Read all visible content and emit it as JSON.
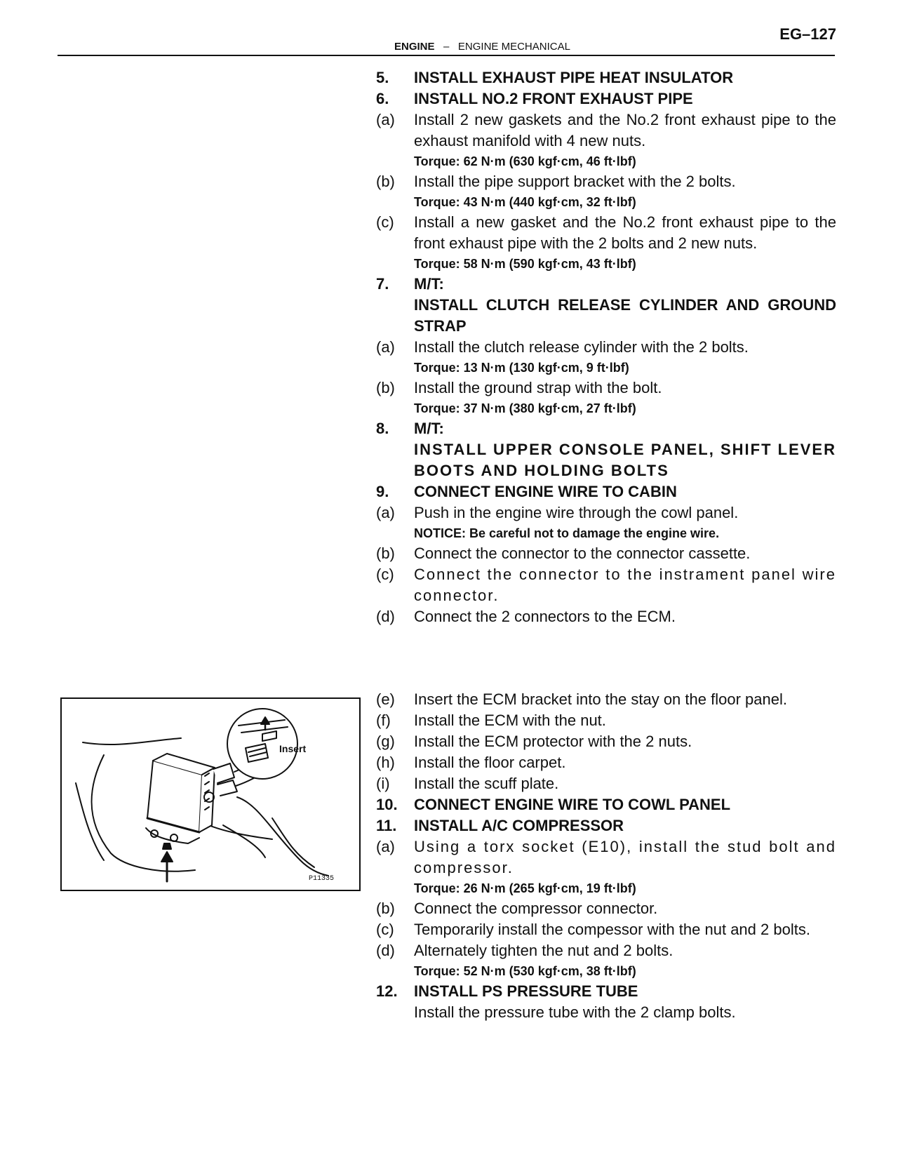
{
  "page_number": "EG–127",
  "header": {
    "section": "ENGINE",
    "separator": "–",
    "subsection": "ENGINE MECHANICAL"
  },
  "figure": {
    "callout_label": "Insert",
    "figure_code": "P11335"
  },
  "upper": [
    {
      "type": "step",
      "n": "5.",
      "text": "INSTALL EXHAUST PIPE HEAT INSULATOR"
    },
    {
      "type": "step",
      "n": "6.",
      "text": "INSTALL NO.2 FRONT EXHAUST PIPE"
    },
    {
      "type": "sub",
      "n": "(a)",
      "text": "Install 2 new gaskets and the No.2 front exhaust pipe to the exhaust manifold with 4 new nuts."
    },
    {
      "type": "note",
      "text": "Torque: 62 N·m (630 kgf·cm, 46 ft·lbf)"
    },
    {
      "type": "sub",
      "n": "(b)",
      "text": "Install the pipe support bracket with the 2 bolts."
    },
    {
      "type": "note",
      "text": "Torque: 43 N·m (440 kgf·cm, 32 ft·lbf)"
    },
    {
      "type": "sub",
      "n": "(c)",
      "text": "Install a new gasket and the No.2 front exhaust pipe to the front exhaust pipe with the 2 bolts and 2 new nuts."
    },
    {
      "type": "note",
      "text": "Torque: 58 N·m (590 kgf·cm, 43 ft·lbf)"
    },
    {
      "type": "step",
      "n": "7.",
      "text": "M/T:"
    },
    {
      "type": "step",
      "n": "",
      "text": "INSTALL CLUTCH RELEASE CYLINDER AND GROUND STRAP"
    },
    {
      "type": "sub",
      "n": "(a)",
      "text": "Install the clutch release cylinder with the 2 bolts."
    },
    {
      "type": "note",
      "text": "Torque: 13 N·m (130 kgf·cm, 9 ft·lbf)"
    },
    {
      "type": "sub",
      "n": "(b)",
      "text": "Install the ground strap with the bolt."
    },
    {
      "type": "note",
      "text": "Torque: 37 N·m (380 kgf·cm, 27 ft·lbf)"
    },
    {
      "type": "step",
      "n": "8.",
      "text": "M/T:"
    },
    {
      "type": "step",
      "n": "",
      "text": "INSTALL UPPER CONSOLE PANEL, SHIFT LEVER BOOTS AND HOLDING BOLTS",
      "spaced": true
    },
    {
      "type": "step",
      "n": "9.",
      "text": "CONNECT ENGINE WIRE TO CABIN"
    },
    {
      "type": "sub",
      "n": "(a)",
      "text": "Push in the engine wire through the cowl panel."
    },
    {
      "type": "note",
      "text": "NOTICE: Be careful not to damage the engine wire."
    },
    {
      "type": "sub",
      "n": "(b)",
      "text": "Connect the connector to the connector cassette."
    },
    {
      "type": "sub",
      "n": "(c)",
      "text": "Connect the connector to the instrament panel wire connector.",
      "spaced": true
    },
    {
      "type": "sub",
      "n": "(d)",
      "text": "Connect the 2 connectors to the ECM."
    }
  ],
  "lower": [
    {
      "type": "sub",
      "n": "(e)",
      "text": "Insert the ECM bracket into the stay on the floor panel."
    },
    {
      "type": "sub",
      "n": "(f)",
      "text": "Install the ECM with the nut."
    },
    {
      "type": "sub",
      "n": "(g)",
      "text": "Install the ECM protector with the 2 nuts."
    },
    {
      "type": "sub",
      "n": "(h)",
      "text": "Install the floor carpet."
    },
    {
      "type": "sub",
      "n": "(i)",
      "text": "Install the scuff plate."
    },
    {
      "type": "step",
      "n": "10.",
      "text": "CONNECT ENGINE WIRE TO COWL PANEL"
    },
    {
      "type": "step",
      "n": "11.",
      "text": "INSTALL A/C COMPRESSOR"
    },
    {
      "type": "sub",
      "n": "(a)",
      "text": "Using a torx socket (E10), install the stud bolt and compressor.",
      "spaced": true
    },
    {
      "type": "note",
      "text": "Torque: 26 N·m (265 kgf·cm, 19 ft·lbf)"
    },
    {
      "type": "sub",
      "n": "(b)",
      "text": "Connect the compressor connector."
    },
    {
      "type": "sub",
      "n": "(c)",
      "text": "Temporarily install the compessor with the nut and 2 bolts."
    },
    {
      "type": "sub",
      "n": "(d)",
      "text": "Alternately tighten the nut and 2 bolts."
    },
    {
      "type": "note",
      "text": "Torque: 52 N·m (530 kgf·cm, 38 ft·lbf)"
    },
    {
      "type": "step",
      "n": "12.",
      "text": "INSTALL PS PRESSURE TUBE"
    },
    {
      "type": "sub",
      "n": "",
      "text": "Install the pressure tube with the 2 clamp bolts."
    }
  ]
}
